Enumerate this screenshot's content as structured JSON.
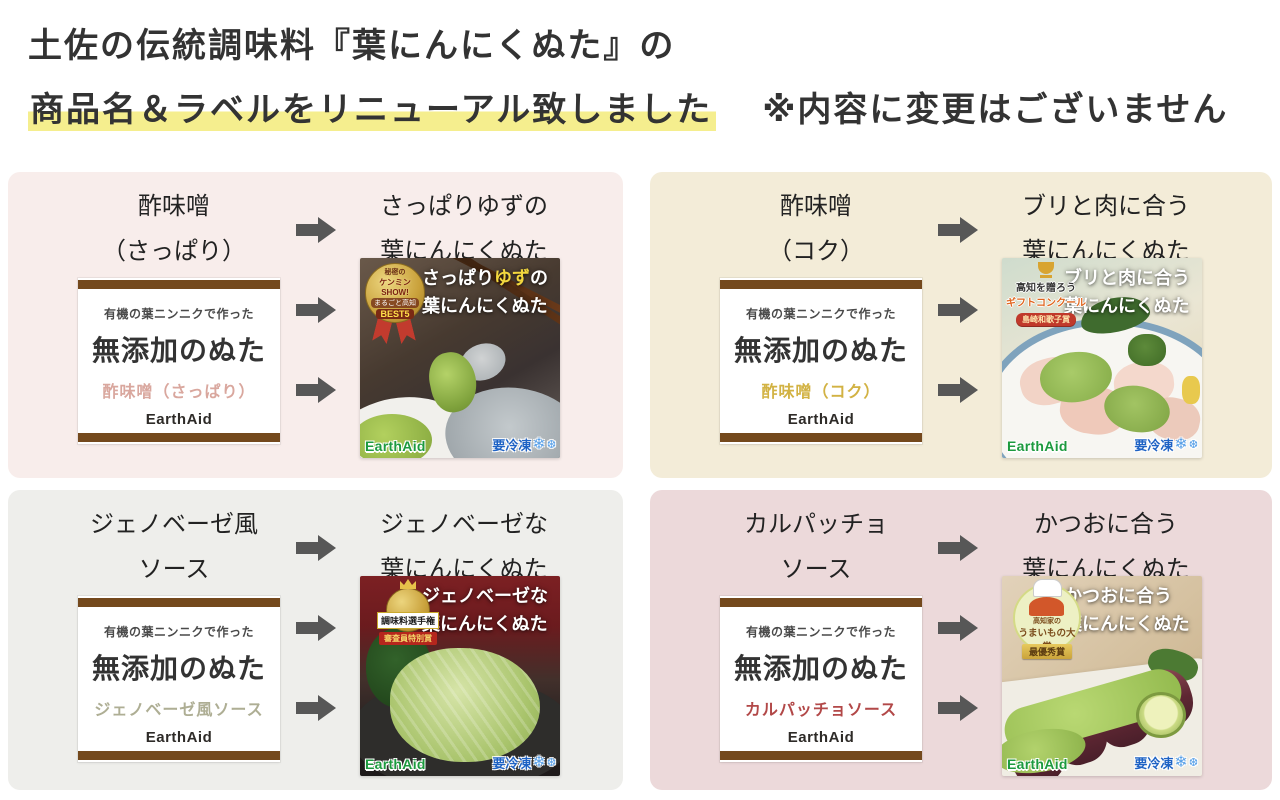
{
  "header": {
    "title_line1": "土佐の伝統調味料『葉にんにくぬた』の",
    "title_line2_highlighted": "商品名＆ラベルをリニューアル致しました",
    "title_note": "※内容に変更はございません",
    "highlight_color": "#f5ee8e",
    "text_color": "#333333"
  },
  "label_common": {
    "tagline": "有機の葉ニンニクで作った",
    "product_name": "無添加のぬた",
    "brand": "EarthAid",
    "bar_color": "#74491d"
  },
  "icons": {
    "arrow_right": "block-arrow",
    "snowflake_large": "❄",
    "snowflake_small": "❆"
  },
  "colors": {
    "arrow": "#575757",
    "brand_green": "#1c9a3e",
    "frozen_blue": "#1e62c4"
  },
  "panels": [
    {
      "bg_color": "#f8edeb",
      "old_name": [
        "酢味噌",
        "（さっぱり）"
      ],
      "new_name": [
        "さっぱりゆずの",
        "葉にんにくぬた"
      ],
      "label_variant": "酢味噌（さっぱり）",
      "variant_color": "#d9a79e",
      "image": {
        "title_pre": "さっぱり",
        "title_em": "ゆず",
        "title_post": "の",
        "title_line2": "葉にんにくぬた",
        "em_color": "#f2d73e",
        "badge": [
          "秘密の",
          "ケンミンSHOW!",
          "まるごと高知",
          "BEST5"
        ],
        "brand": "EarthAid",
        "frozen_label": "要冷凍"
      }
    },
    {
      "bg_color": "#f3ecd8",
      "old_name": [
        "酢味噌",
        "（コク）"
      ],
      "new_name": [
        "ブリと肉に合う",
        "葉にんにくぬた"
      ],
      "label_variant": "酢味噌（コク）",
      "variant_color": "#d2b243",
      "image": {
        "title_pre": "ブリと肉に合う",
        "title_em": "",
        "title_post": "",
        "title_line2": "葉にんにくぬた",
        "badge": [
          "高知を贈ろう",
          "ギフトコンクール",
          "島崎和歌子賞"
        ],
        "brand": "EarthAid",
        "frozen_label": "要冷凍"
      }
    },
    {
      "bg_color": "#eeeeeb",
      "old_name": [
        "ジェノベーゼ風",
        "ソース"
      ],
      "new_name": [
        "ジェノベーゼな",
        "葉にんにくぬた"
      ],
      "label_variant": "ジェノベーゼ風ソース",
      "variant_color": "#aeae94",
      "image": {
        "title_pre": "ジェノベーゼな",
        "title_em": "",
        "title_post": "",
        "title_line2": "葉にんにくぬた",
        "badge": [
          "調味料選手権",
          "審査員特別賞"
        ],
        "brand": "EarthAid",
        "frozen_label": "要冷凍"
      }
    },
    {
      "bg_color": "#ecd9da",
      "old_name": [
        "カルパッチョ",
        "ソース"
      ],
      "new_name": [
        "かつおに合う",
        "葉にんにくぬた"
      ],
      "label_variant": "カルパッチョソース",
      "variant_color": "#b24848",
      "image": {
        "title_pre": "かつおに合う",
        "title_em": "",
        "title_post": "",
        "title_line2": "葉にんにくぬた",
        "badge": [
          "高知家の",
          "うまいもの大賞",
          "最優秀賞"
        ],
        "brand": "EarthAid",
        "frozen_label": "要冷凍"
      }
    }
  ]
}
